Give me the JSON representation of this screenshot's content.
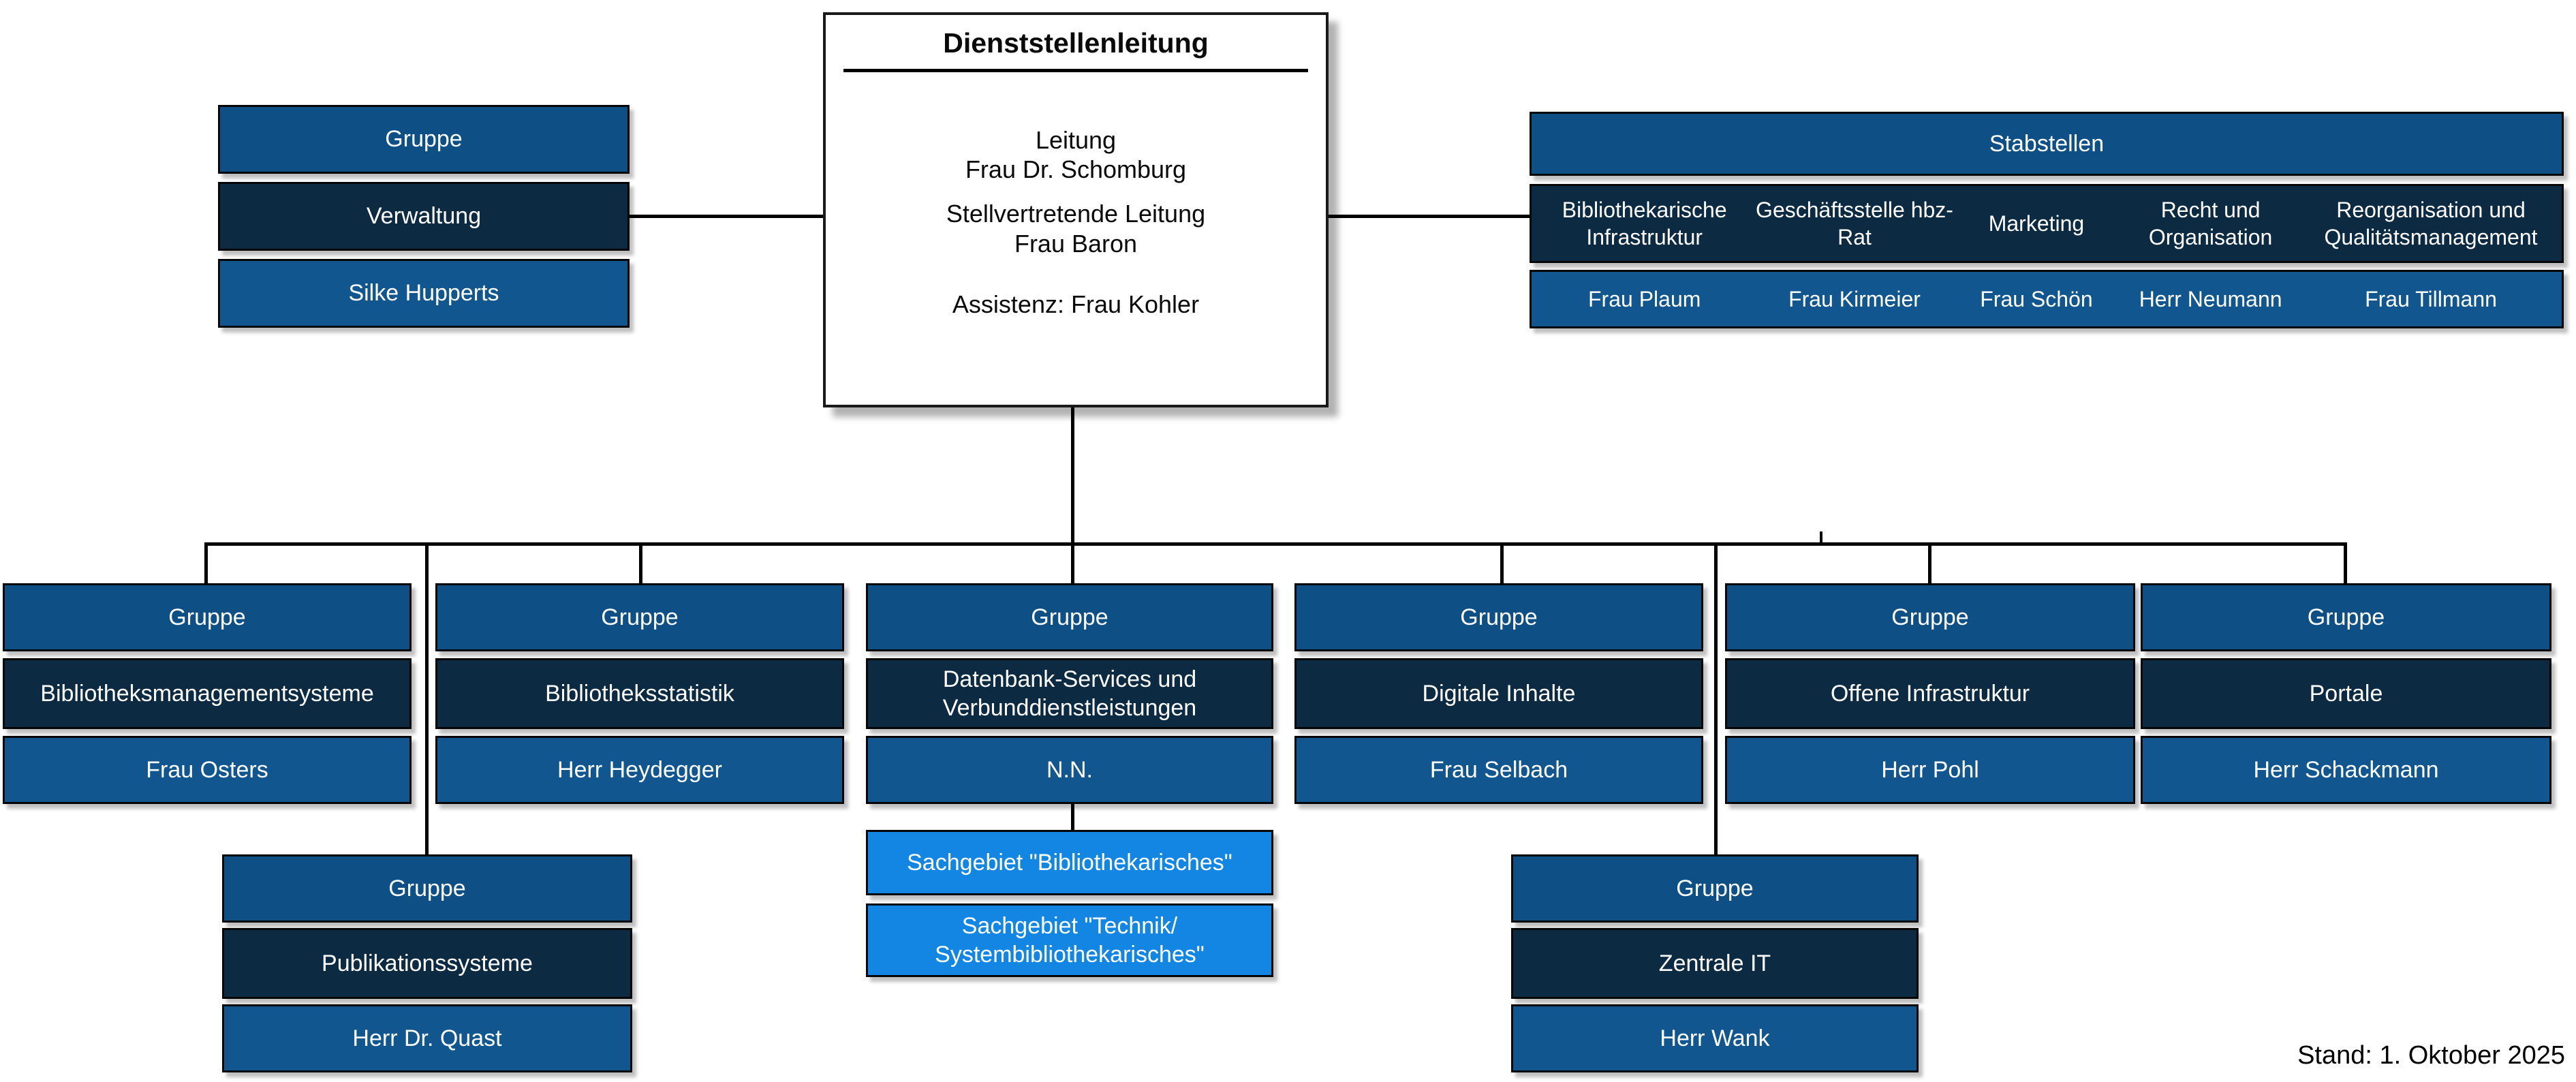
{
  "leadership": {
    "title": "Dienststellenleitung",
    "leitung_label": "Leitung",
    "leitung_name": "Frau Dr. Schomburg",
    "deputy_label": "Stellvertretende Leitung",
    "deputy_name": "Frau Baron",
    "assistant": "Assistenz: Frau Kohler"
  },
  "verwaltung": {
    "header": "Gruppe",
    "name": "Verwaltung",
    "person": "Silke Hupperts"
  },
  "stabstellen": {
    "header": "Stabstellen",
    "columns": [
      {
        "label": "Bibliothekarische Infrastruktur",
        "person": "Frau Plaum"
      },
      {
        "label": "Geschäftsstelle hbz-Rat",
        "person": "Frau Kirmeier"
      },
      {
        "label": "Marketing",
        "person": "Frau Schön"
      },
      {
        "label": "Recht und Organisation",
        "person": "Herr Neumann"
      },
      {
        "label": "Reorganisation und Qualitätsmanagement",
        "person": "Frau Tillmann"
      }
    ]
  },
  "groups": [
    {
      "header": "Gruppe",
      "name": "Bibliotheksmanagementsysteme",
      "person": "Frau Osters"
    },
    {
      "header": "Gruppe",
      "name": "Bibliotheksstatistik",
      "person": "Herr Heydegger"
    },
    {
      "header": "Gruppe",
      "name": "Datenbank-Services und Verbunddienstleistungen",
      "person": "N.N.",
      "subunits": [
        "Sachgebiet \"Bibliothekarisches\"",
        "Sachgebiet \"Technik/ Systembibliothekarisches\""
      ]
    },
    {
      "header": "Gruppe",
      "name": "Digitale Inhalte",
      "person": "Frau Selbach"
    },
    {
      "header": "Gruppe",
      "name": "Offene Infrastruktur",
      "person": "Herr Pohl"
    },
    {
      "header": "Gruppe",
      "name": "Portale",
      "person": "Herr Schackmann"
    }
  ],
  "sub_groups": [
    {
      "header": "Gruppe",
      "name": "Publikationssysteme",
      "person": "Herr Dr. Quast"
    },
    {
      "header": "Gruppe",
      "name": "Zentrale IT",
      "person": "Herr Wank"
    }
  ],
  "footer": {
    "stand": "Stand: 1. Oktober 2025"
  },
  "colors": {
    "group_header": "#0E5086",
    "unit_dark": "#0C2A42",
    "person": "#11568E",
    "subunit": "#1386E4",
    "line": "#000000"
  }
}
